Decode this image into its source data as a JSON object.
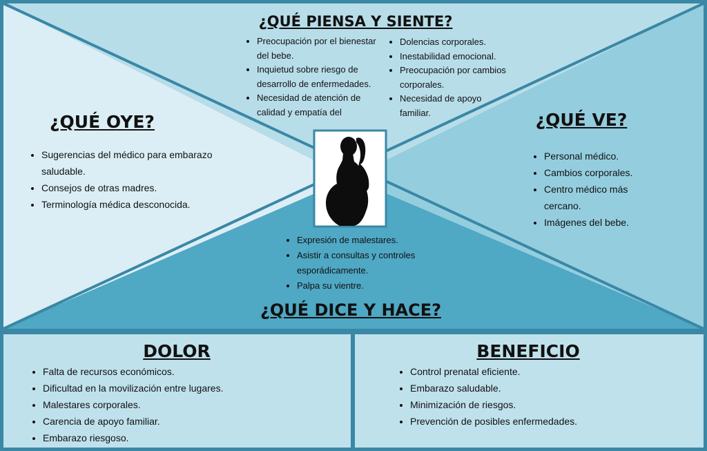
{
  "colors": {
    "border": "#3a87a6",
    "top_triangle": "#b7dde9",
    "left_triangle": "#dbeef5",
    "right_triangle": "#94cede",
    "bottom_triangle": "#4fa8c4",
    "bottom_panels": "#bfe1ec",
    "image_frame": "#3a87a6"
  },
  "icons": {
    "center_image": "pregnant-woman-silhouette-icon"
  },
  "piensa": {
    "title": "¿QUÉ PIENSA Y SIENTE?",
    "left_items": [
      "Preocupación por el bienestar del bebe.",
      "Inquietud sobre riesgo de desarrollo de enfermedades.",
      "Necesidad de atención de calidad y empatía del"
    ],
    "right_items": [
      "Dolencias corporales.",
      "Inestabilidad emocional.",
      "Preocupación por cambios corporales.",
      "Necesidad de apoyo familiar."
    ]
  },
  "oye": {
    "title": "¿QUÉ OYE?",
    "items": [
      "Sugerencias del médico para embarazo saludable.",
      "Consejos de otras madres.",
      "Terminología médica desconocida."
    ]
  },
  "ve": {
    "title": "¿QUÉ VE?",
    "items": [
      "Personal médico.",
      "Cambios corporales.",
      "Centro médico más cercano.",
      "Imágenes del bebe."
    ]
  },
  "dice": {
    "title": "¿QUÉ DICE Y HACE?",
    "items": [
      "Expresión de malestares.",
      "Asistir a consultas y controles esporádicamente.",
      "Palpa su vientre."
    ]
  },
  "dolor": {
    "title": "DOLOR",
    "items": [
      "Falta de recursos económicos.",
      "Dificultad en la movilización entre lugares.",
      "Malestares corporales.",
      "Carencia de apoyo familiar.",
      "Embarazo riesgoso."
    ]
  },
  "beneficio": {
    "title": "BENEFICIO",
    "items": [
      "Control prenatal eficiente.",
      "Embarazo saludable.",
      "Minimización de riesgos.",
      "Prevención de posibles enfermedades."
    ]
  }
}
